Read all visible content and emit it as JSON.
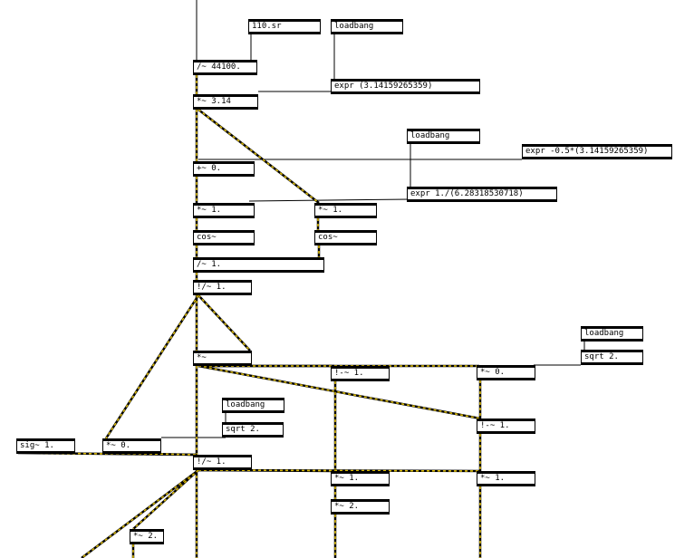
{
  "colors": {
    "signal_wire": "#000000",
    "signal_wire_dash": "#d9b800",
    "control_wire": "#000000",
    "box_border": "#000000"
  },
  "objects": {
    "o1": "110.sr",
    "o2": "loadbang",
    "o3": "/~ 44100.",
    "o4": "expr (3.14159265359)",
    "o5": "*~ 3.14",
    "o6": "loadbang",
    "o7": "expr -0.5*(3.14159265359)",
    "o8": "+~ 0.",
    "o9": "expr 1./(6.28318530718)",
    "o10": "*~ 1.",
    "o11": "*~ 1.",
    "o12": "cos~",
    "o13": "cos~",
    "o14": "/~ 1.",
    "o15": "!/~ 1.",
    "o16": "loadbang",
    "o17": "*~",
    "o18": "sqrt 2.",
    "o19": "!-~ 1.",
    "o20": "*~ 0.",
    "o21": "loadbang",
    "o22": "!-~ 1.",
    "o23": "sqrt 2.",
    "o24": "sig~ 1.",
    "o25": "*~ 0.",
    "o26": "!/~ 1.",
    "o27": "*~ 1.",
    "o28": "*~ 1.",
    "o29": "*~ 2.",
    "o30": "*~ 2."
  }
}
